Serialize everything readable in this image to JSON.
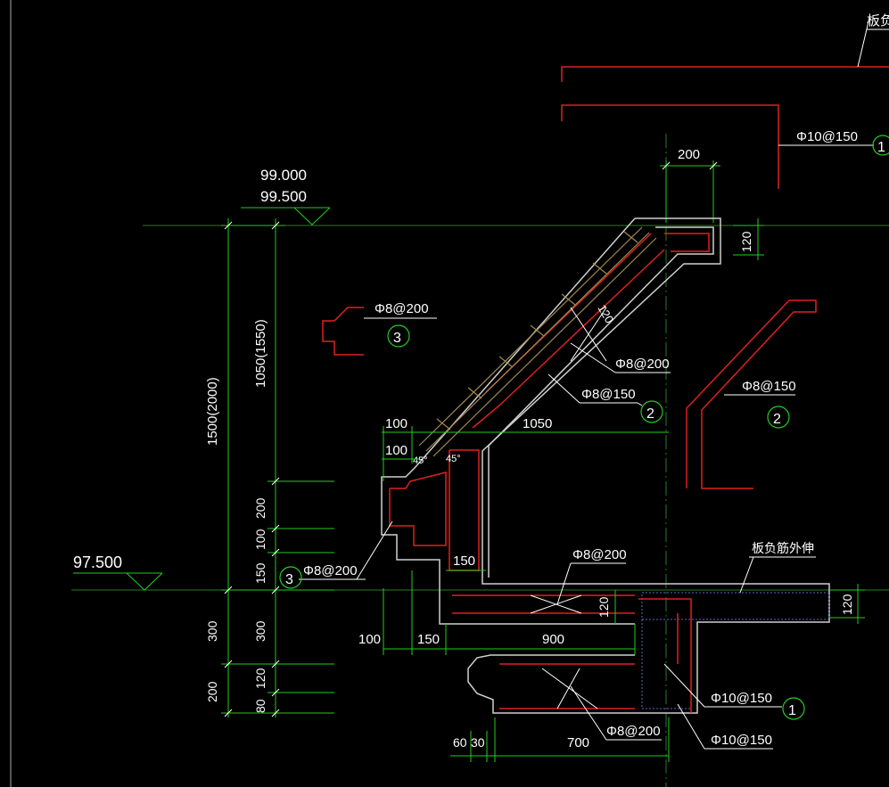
{
  "drawing": {
    "top_right_label": "板负筋",
    "slab_ext_label": "板负筋外伸",
    "elevations": {
      "top1": "99.000",
      "top2": "99.500",
      "left": "97.500"
    },
    "dims_vertical_left": {
      "total": "1500(2000)",
      "upper": "1050(1550)",
      "d200": "200",
      "d100": "100",
      "d150": "150",
      "d300a": "300",
      "d300b": "300",
      "d120": "120",
      "d200b": "200",
      "d80": "80"
    },
    "dims_top": {
      "d200": "200",
      "d120": "120",
      "d120b": "120"
    },
    "dims_mid": {
      "d100a": "100",
      "d100b": "100",
      "d1050": "1050",
      "d150": "150",
      "d120c": "120"
    },
    "dims_bottom": {
      "d100": "100",
      "d150": "150",
      "d900": "900",
      "d60": "60",
      "d30": "30",
      "d700": "700"
    },
    "angle_labels": {
      "a1": "45°",
      "a2": "45°",
      "a3": "120"
    },
    "rebar": {
      "r1": "Φ10@150",
      "r2": "Φ8@200",
      "r3": "Φ8@150",
      "r4": "Φ8@150",
      "r5": "Φ8@200",
      "r6": "Φ8@200",
      "r7": "Φ8@200",
      "r8": "Φ10@150",
      "r9": "Φ8@200",
      "r10": "Φ10@150"
    },
    "callouts": {
      "c1": "1",
      "c2": "3",
      "c3": "2",
      "c4": "2",
      "c5": "3",
      "c6": "1"
    }
  }
}
